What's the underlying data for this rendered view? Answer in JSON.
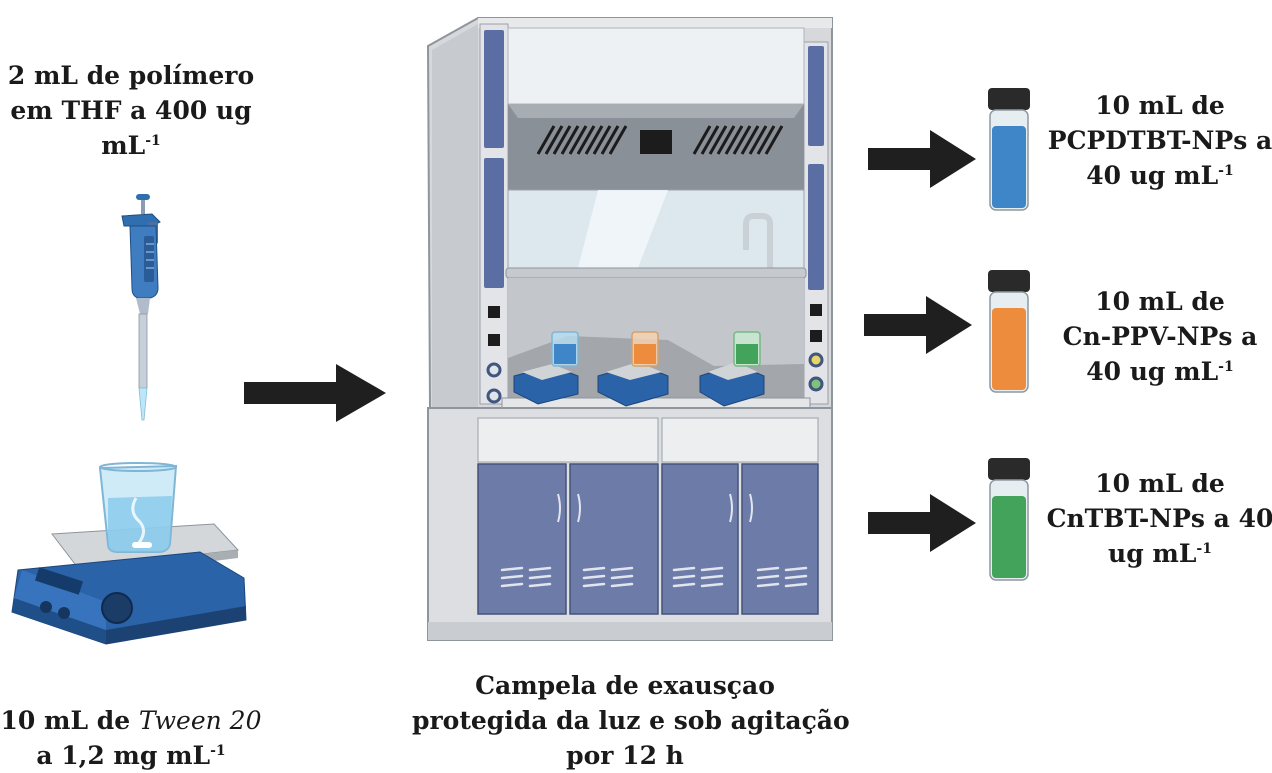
{
  "input_polymer": {
    "line1": "2  mL de polímero",
    "line2": "em THF a 400 ug",
    "line3_base": "mL",
    "line3_sup": "-1"
  },
  "input_surfactant": {
    "line1_pre": "10 mL de ",
    "line1_italic": "Tween 20",
    "line2_base": "a 1,2 mg mL",
    "line2_sup": "-1"
  },
  "process": {
    "line1": "Campela de exausçao",
    "line2": "protegida da luz e sob agitação",
    "line3": "por 12 h"
  },
  "products": [
    {
      "line1": "10 mL de",
      "line2": "PCPDTBT-NPs a",
      "line3_base": "40 ug mL",
      "line3_sup": "-1",
      "liquid_color": "#3f86c8"
    },
    {
      "line1": "10 mL de",
      "line2": "Cn-PPV-NPs a",
      "line3_base": "40 ug mL",
      "line3_sup": "-1",
      "liquid_color": "#ee8c3e"
    },
    {
      "line1": "10 mL de",
      "line2": "CnTBT-NPs a 40",
      "line3_base": "ug mL",
      "line3_sup": "-1",
      "liquid_color": "#43a35a"
    }
  ],
  "icons": [
    "micropipette-icon",
    "magnetic-stirrer-icon",
    "fume-hood-icon",
    "vial-icon",
    "arrow-icon"
  ]
}
